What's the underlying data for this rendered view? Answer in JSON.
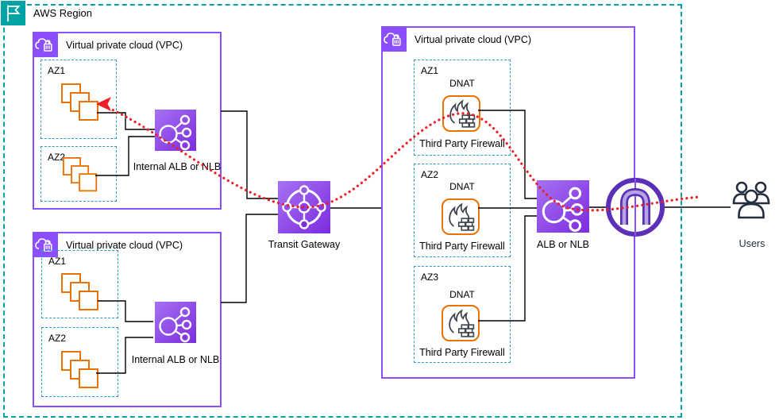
{
  "region": {
    "label": "AWS Region"
  },
  "vpcs": {
    "left_top": {
      "label": "Virtual private cloud (VPC)",
      "az1": "AZ1",
      "az2": "AZ2",
      "lb": "Internal ALB or NLB"
    },
    "left_bottom": {
      "label": "Virtual private cloud (VPC)",
      "az1": "AZ1",
      "az2": "AZ2",
      "lb": "Internal ALB or NLB"
    },
    "right": {
      "label": "Virtual private cloud (VPC)",
      "azs": [
        {
          "name": "AZ1",
          "nat": "DNAT",
          "fw": "Third Party Firewall"
        },
        {
          "name": "AZ2",
          "nat": "DNAT",
          "fw": "Third Party Firewall"
        },
        {
          "name": "AZ3",
          "nat": "DNAT",
          "fw": "Third Party Firewall"
        }
      ],
      "lb": "ALB or NLB"
    }
  },
  "transit_gateway": {
    "label": "Transit Gateway"
  },
  "users": {
    "label": "Users"
  },
  "colors": {
    "region_teal": "#00A3A3",
    "vpc_purple": "#8C4FFF",
    "icon_gradient_start": "#A671F2",
    "icon_gradient_end": "#7C2BDF",
    "resource_orange": "#ED7100",
    "az_dash_blue": "#2E9CCB",
    "flow_red": "#EB2027",
    "internet_gateway_purple": "#5B2FB8",
    "users_dark": "#232F3E"
  }
}
